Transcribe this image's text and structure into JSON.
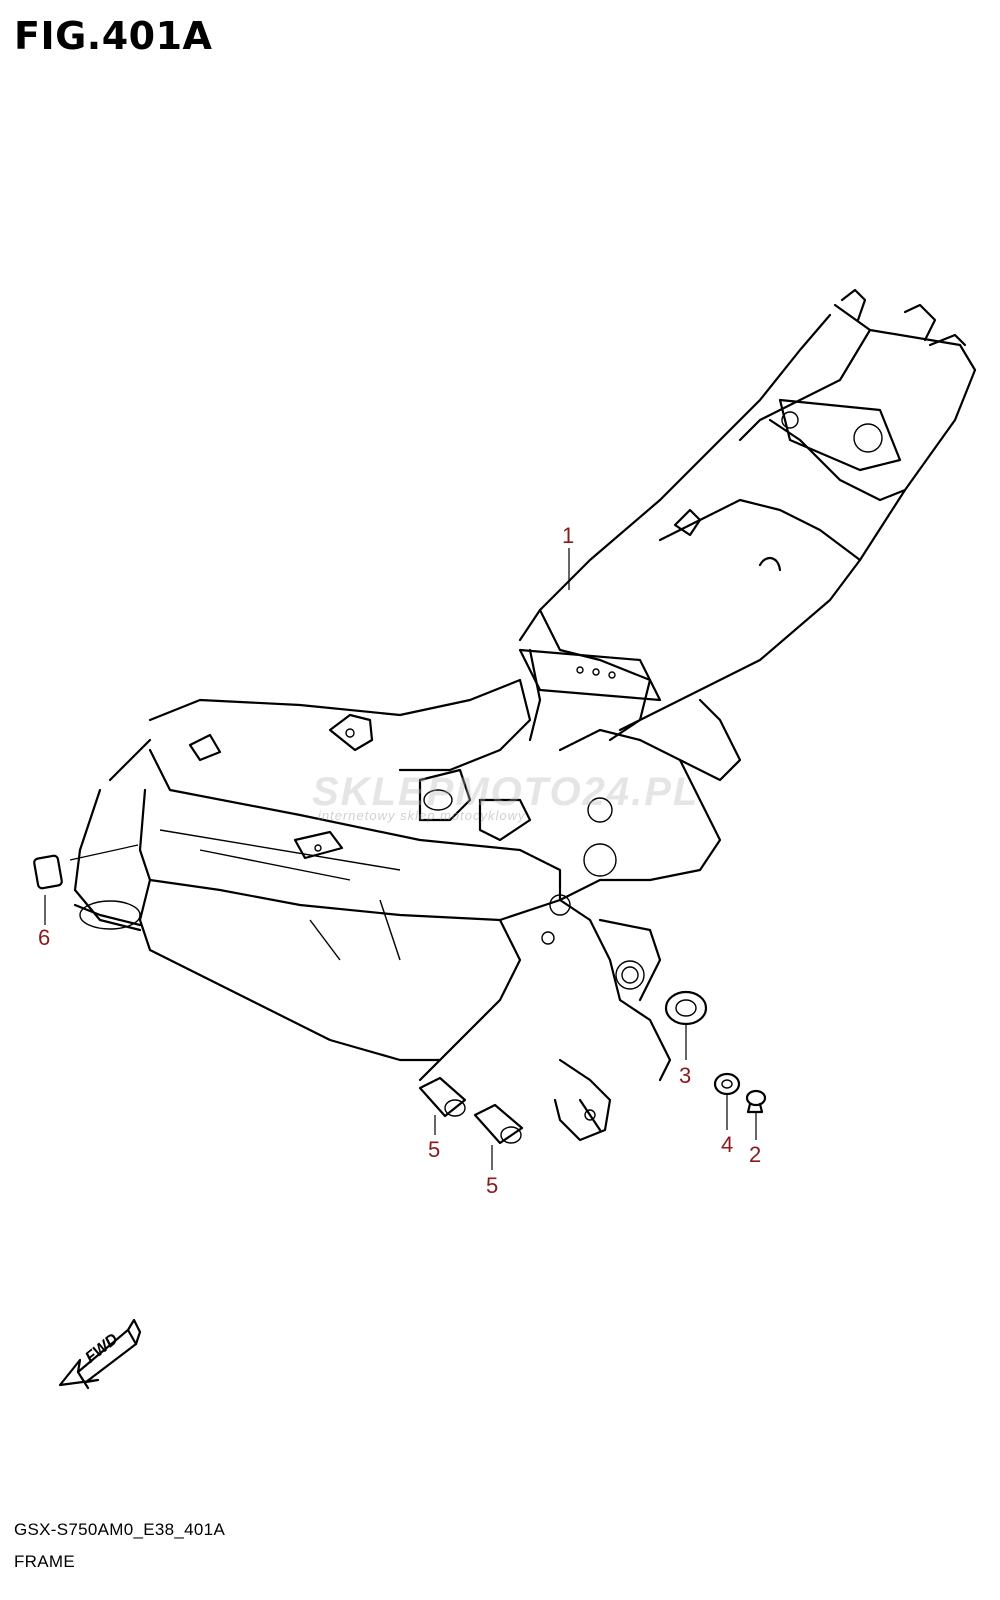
{
  "figure": {
    "title": "FIG.401A",
    "model_code": "GSX-S750AM0_E38_401A",
    "name": "FRAME",
    "fwd_label": "FWD"
  },
  "callouts": [
    "1",
    "2",
    "3",
    "4",
    "5",
    "5",
    "6"
  ],
  "watermark": {
    "text": "SKLEPMOTO24.PL",
    "subtext": "internetowy sklep motocyklowy"
  },
  "colors": {
    "callout": "#8b1a1a",
    "line": "#000000",
    "watermark": "#b4b4b4"
  }
}
